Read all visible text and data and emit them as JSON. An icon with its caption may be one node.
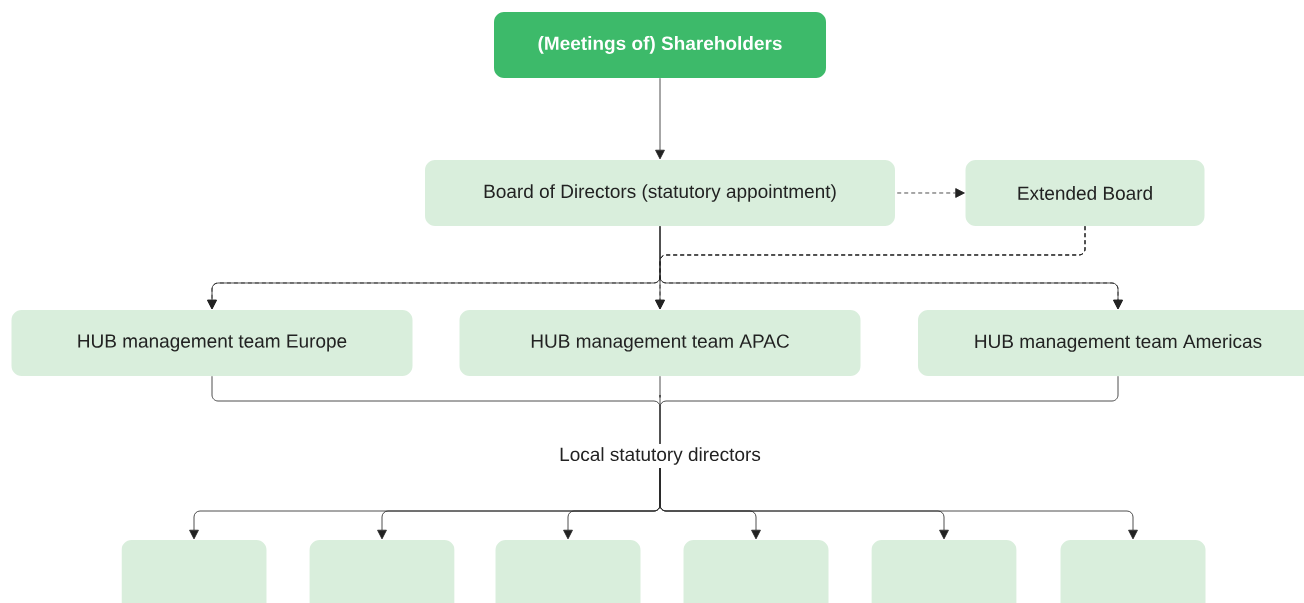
{
  "diagram": {
    "nodes": [
      {
        "text": [
          "(Meetings of) Shareholders"
        ]
      },
      {
        "text": [
          "Board of Directors (statutory appointment)"
        ]
      },
      {
        "text": [
          "Extended Board"
        ]
      },
      {
        "text": [
          "HUB management team Europe"
        ]
      },
      {
        "text": [
          "HUB management team APAC"
        ]
      },
      {
        "text": [
          "HUB management team Americas"
        ]
      },
      {
        "text": [
          "Local statutory directors"
        ]
      },
      {
        "text": [],
        "shape": "box"
      },
      {
        "text": [],
        "shape": "box"
      },
      {
        "text": [],
        "shape": "box"
      },
      {
        "text": [],
        "shape": "box"
      },
      {
        "text": [],
        "shape": "box"
      },
      {
        "text": [],
        "shape": "box"
      }
    ],
    "edges": [
      {
        "from": 0,
        "to": 1,
        "arrow": "to"
      },
      {
        "from": 1,
        "to": 2,
        "arrow": "to",
        "style": "dashed"
      },
      {
        "from": 1,
        "to": 3,
        "arrow": "to"
      },
      {
        "from": 1,
        "to": 4,
        "arrow": "to"
      },
      {
        "from": 1,
        "to": 5,
        "arrow": "to"
      },
      {
        "from": 2,
        "to": 3,
        "arrow": "to",
        "style": "dashed"
      },
      {
        "from": 2,
        "to": 4,
        "arrow": "to",
        "style": "dashed"
      },
      {
        "from": 2,
        "to": 5,
        "arrow": "to",
        "style": "dashed"
      },
      {
        "from": 3,
        "to": 6,
        "arrow": "none"
      },
      {
        "from": 4,
        "to": 6,
        "arrow": "none"
      },
      {
        "from": 5,
        "to": 6,
        "arrow": "none"
      },
      {
        "from": 6,
        "to": 7,
        "arrow": "to"
      },
      {
        "from": 6,
        "to": 8,
        "arrow": "to"
      },
      {
        "from": 6,
        "to": 9,
        "arrow": "to"
      },
      {
        "from": 6,
        "to": 10,
        "arrow": "to"
      },
      {
        "from": 6,
        "to": 11,
        "arrow": "to"
      },
      {
        "from": 6,
        "to": 12,
        "arrow": "to"
      }
    ]
  }
}
